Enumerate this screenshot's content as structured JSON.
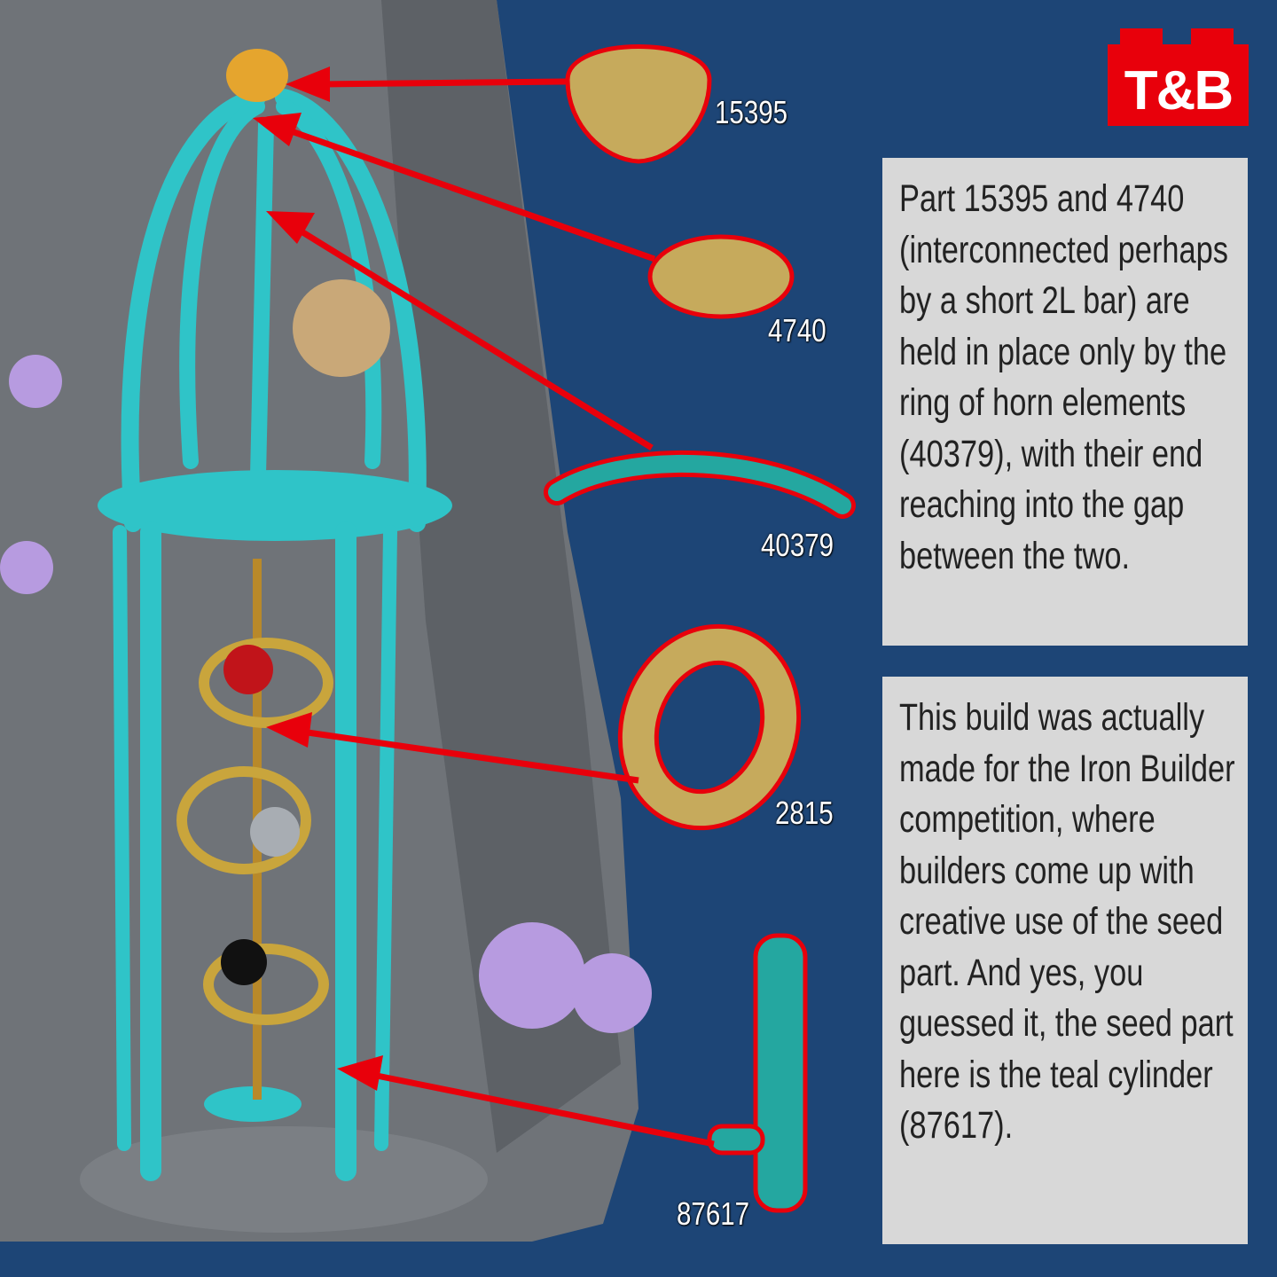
{
  "logo": {
    "text": "T&B",
    "color": "#e8000b"
  },
  "parts": [
    {
      "id": "15395"
    },
    {
      "id": "4740"
    },
    {
      "id": "40379"
    },
    {
      "id": "2815"
    },
    {
      "id": "87617"
    }
  ],
  "notes": [
    {
      "text": "Part 15395 and 4740 (interconnected perhaps by a short 2L bar) are held in place only by the ring of horn elements (40379), with their end reaching into the gap between the two."
    },
    {
      "text": "This build was actually made for the Iron Builder competition, where builders come up with creative use of the seed part. And yes, you guessed it, the seed part here is the teal cylinder (87617)."
    }
  ],
  "colors": {
    "background": "#1d4576",
    "arrow": "#e8000b",
    "teal": "#2fc4c8",
    "gold": "#c9a53c",
    "rock": "#6f7378"
  }
}
